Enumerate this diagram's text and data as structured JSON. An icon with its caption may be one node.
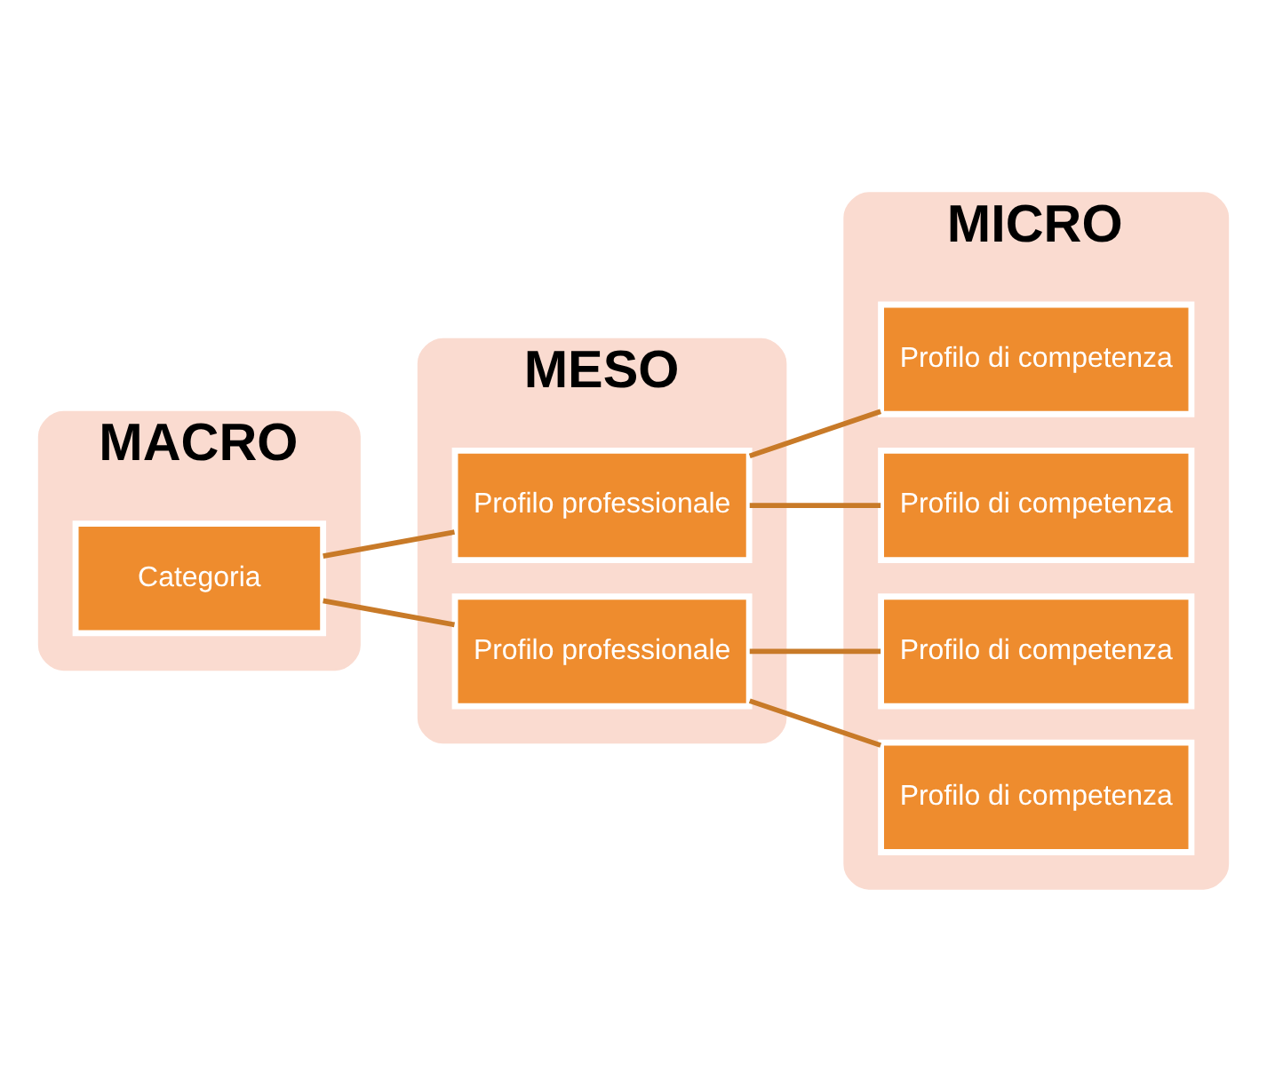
{
  "diagram": {
    "nodes": [
      {
        "text": [
          "MACRO"
        ]
      },
      {
        "text": [
          "MESO"
        ]
      },
      {
        "text": [
          "MICRO"
        ]
      },
      {
        "text": [
          "Categoria"
        ],
        "in": 0
      },
      {
        "text": [
          "Profilo professionale"
        ],
        "in": 1
      },
      {
        "text": [
          "Profilo professionale"
        ],
        "in": 1
      },
      {
        "text": [
          "Profilo di competenza"
        ],
        "in": 2
      },
      {
        "text": [
          "Profilo di competenza"
        ],
        "in": 2
      },
      {
        "text": [
          "Profilo di competenza"
        ],
        "in": 2
      },
      {
        "text": [
          "Profilo di competenza"
        ],
        "in": 2
      }
    ],
    "edges": [
      {
        "from": 3,
        "to": 4,
        "arrow": "none"
      },
      {
        "from": 3,
        "to": 5,
        "arrow": "none"
      },
      {
        "from": 4,
        "to": 6,
        "arrow": "none"
      },
      {
        "from": 4,
        "to": 7,
        "arrow": "none"
      },
      {
        "from": 5,
        "to": 8,
        "arrow": "none"
      },
      {
        "from": 5,
        "to": 9,
        "arrow": "none"
      }
    ]
  }
}
